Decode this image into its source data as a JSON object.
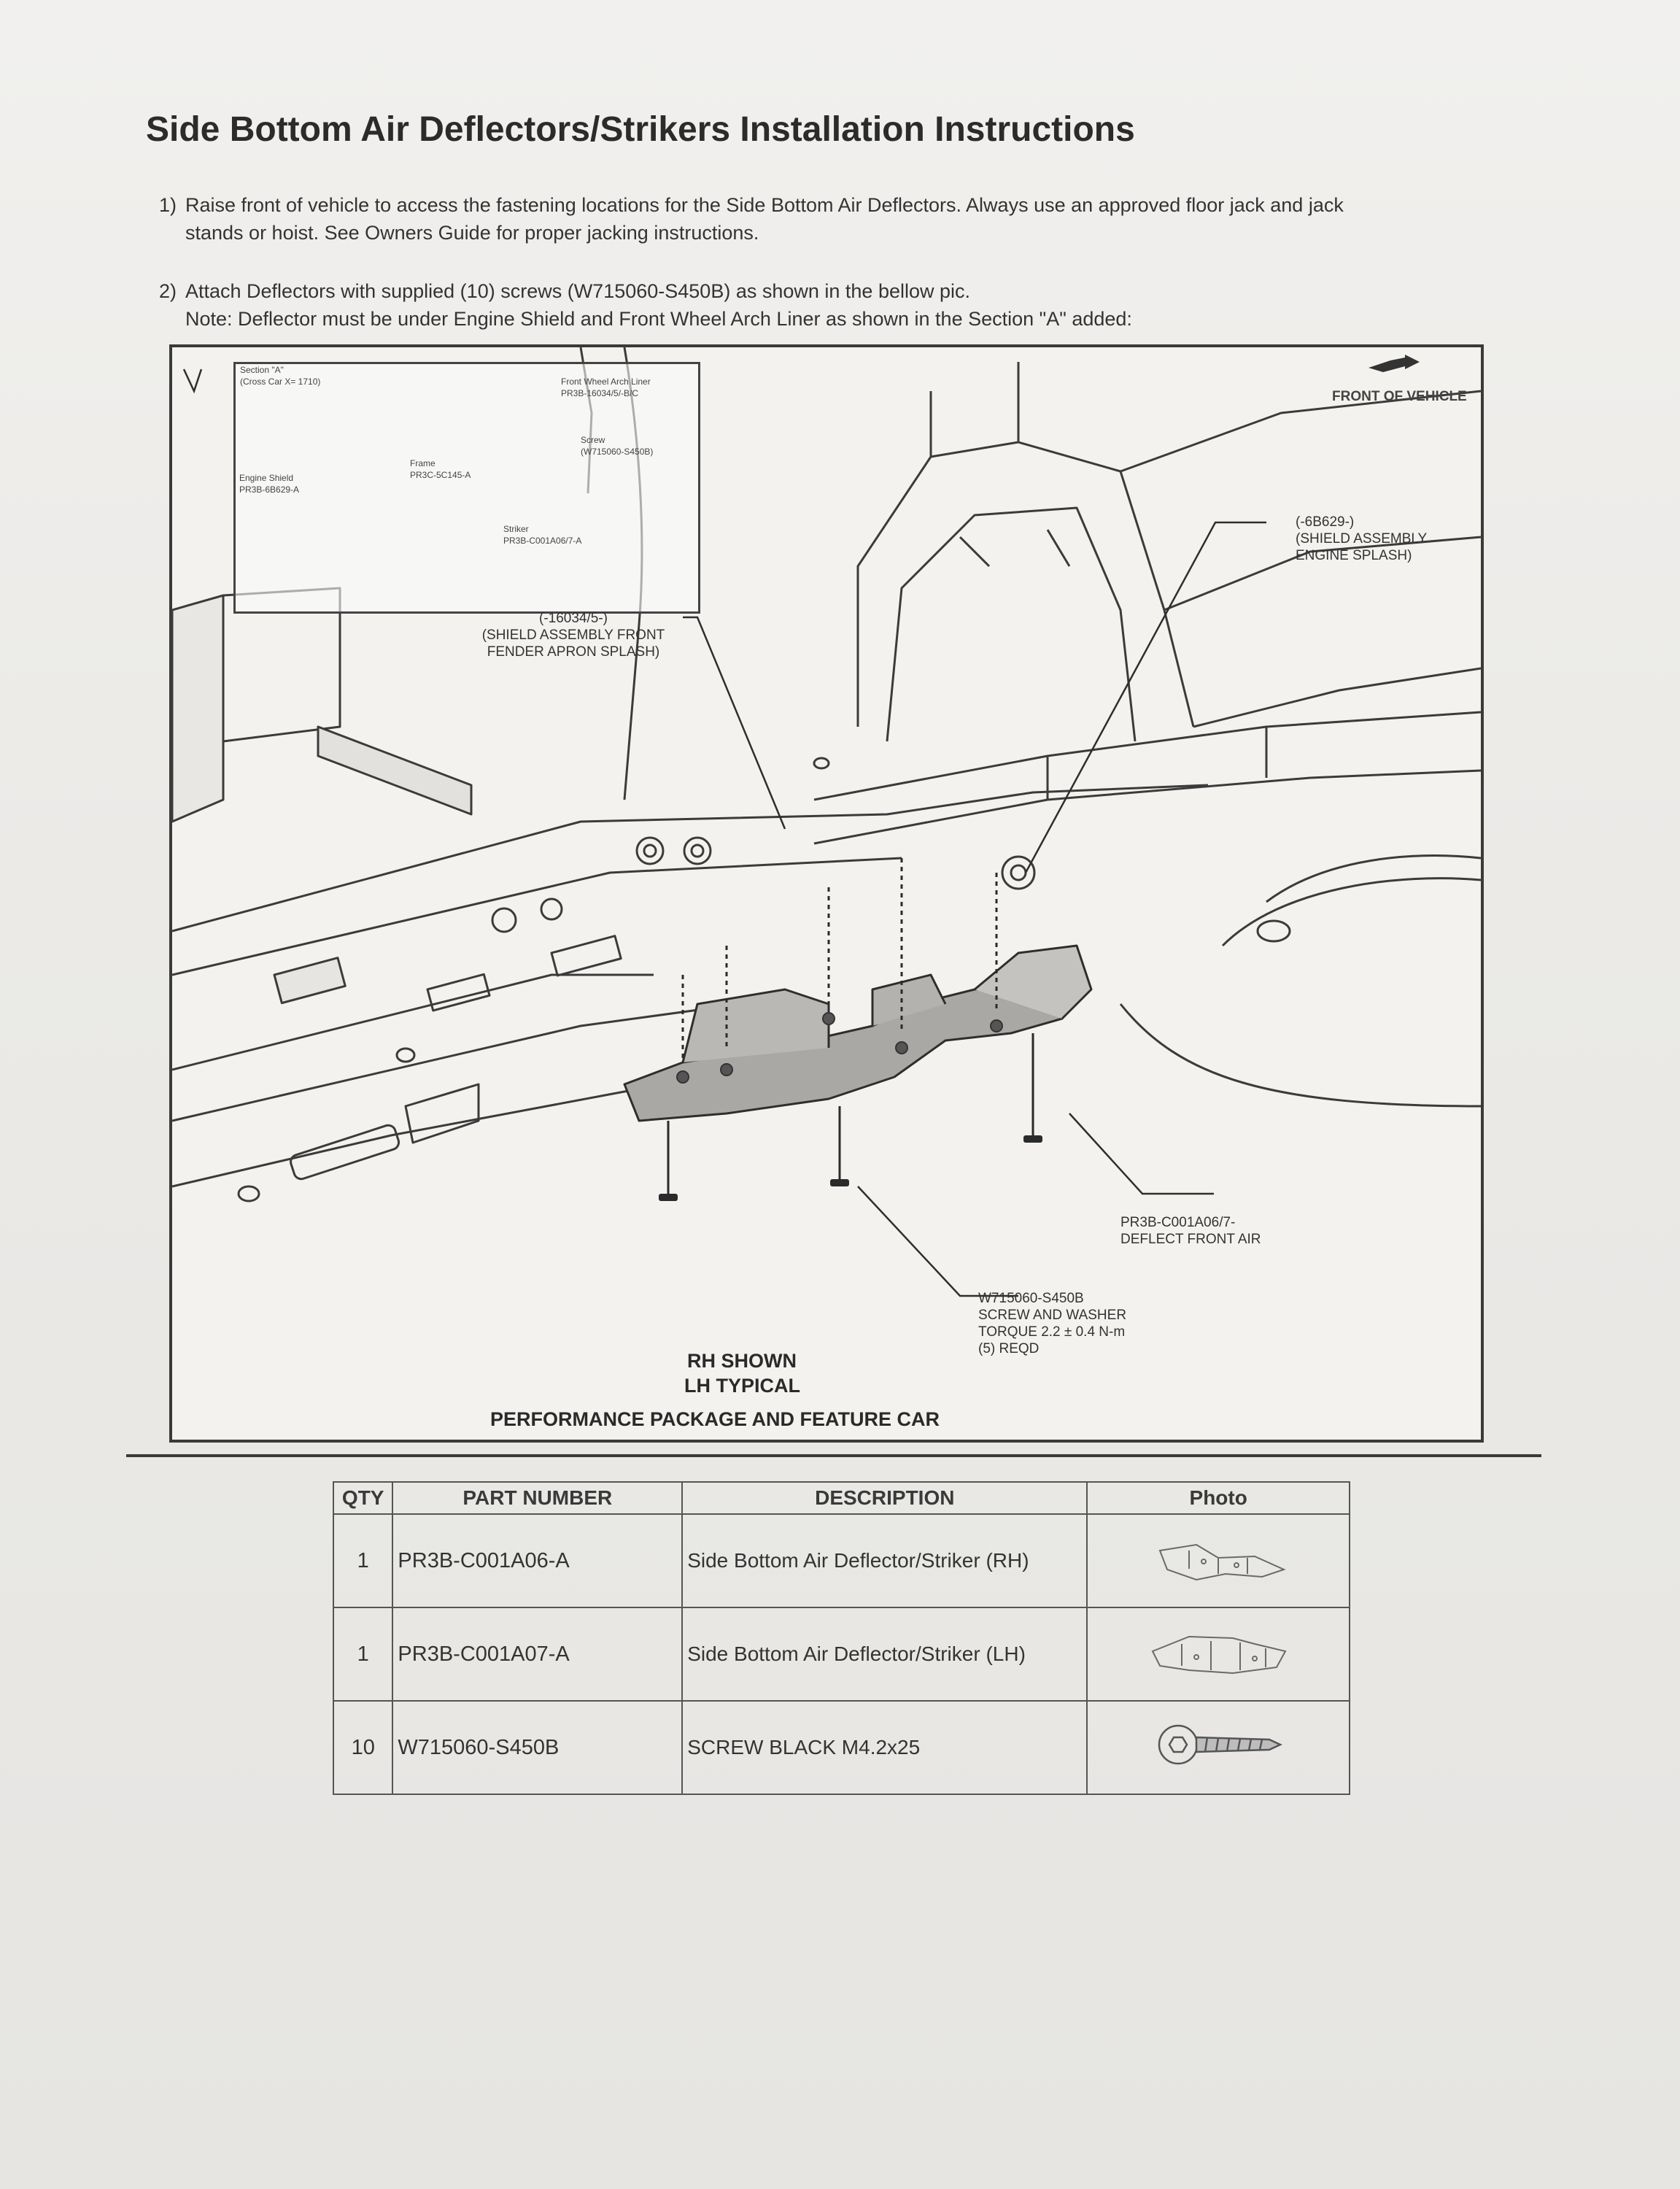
{
  "document": {
    "title": "Side Bottom Air Deflectors/Strikers Installation Instructions",
    "steps": [
      {
        "number": "1)",
        "lines": [
          "Raise front of vehicle to access the fastening locations for the Side Bottom Air Deflectors.  Always use an approved floor jack and jack",
          "stands or hoist.  See Owners Guide for proper jacking instructions."
        ]
      },
      {
        "number": "2)",
        "lines": [
          "Attach Deflectors with supplied (10) screws (W715060-S450B) as shown in the bellow pic.",
          "Note: Deflector must be under Engine Shield and Front Wheel Arch Liner as shown in the Section \"A\" added:"
        ]
      }
    ]
  },
  "diagram": {
    "section_a": {
      "title": "Section \"A\"",
      "subtitle": "(Cross Car X= 1710)",
      "wheel_arch_name": "Front Wheel Arch Liner",
      "wheel_arch_part": "PR3B-16034/5/-B/C",
      "screw_name": "Screw",
      "screw_part": "(W715060-S450B)",
      "engine_shield_name": "Engine Shield",
      "engine_shield_part": "PR3B-6B629-A",
      "frame_name": "Frame",
      "frame_part": "PR3C-5C145-A",
      "striker_name": "Striker",
      "striker_part": "PR3B-C001A06/7-A"
    },
    "callout_fender": [
      "(-16034/5-)",
      "(SHIELD ASSEMBLY FRONT",
      "FENDER APRON SPLASH)"
    ],
    "callout_front": "FRONT OF VEHICLE",
    "callout_engine": [
      "(-6B629-)",
      "(SHIELD ASSEMBLY",
      "ENGINE SPLASH)"
    ],
    "callout_deflector": [
      "PR3B-C001A06/7-",
      "DEFLECT FRONT AIR"
    ],
    "callout_screw": [
      "W715060-S450B",
      "SCREW AND WASHER",
      "TORQUE 2.2 ± 0.4 N-m",
      "(5) REQD"
    ],
    "rh_shown": "RH SHOWN",
    "lh_typical": "LH TYPICAL",
    "caption": "PERFORMANCE PACKAGE AND FEATURE CAR"
  },
  "table": {
    "headers": [
      "QTY",
      "PART NUMBER",
      "DESCRIPTION",
      "Photo"
    ],
    "rows": [
      {
        "qty": "1",
        "part": "PR3B-C001A06-A",
        "desc": "Side Bottom Air Deflector/Striker (RH)",
        "photo": "deflector-rh"
      },
      {
        "qty": "1",
        "part": "PR3B-C001A07-A",
        "desc": "Side Bottom Air Deflector/Striker (LH)",
        "photo": "deflector-lh"
      },
      {
        "qty": "10",
        "part": "W715060-S450B",
        "desc": "SCREW BLACK M4.2x25",
        "photo": "screw"
      }
    ]
  },
  "colors": {
    "ink": "#2a2a2a",
    "paper": "#eeede9",
    "shading": "#9a9a9a"
  }
}
